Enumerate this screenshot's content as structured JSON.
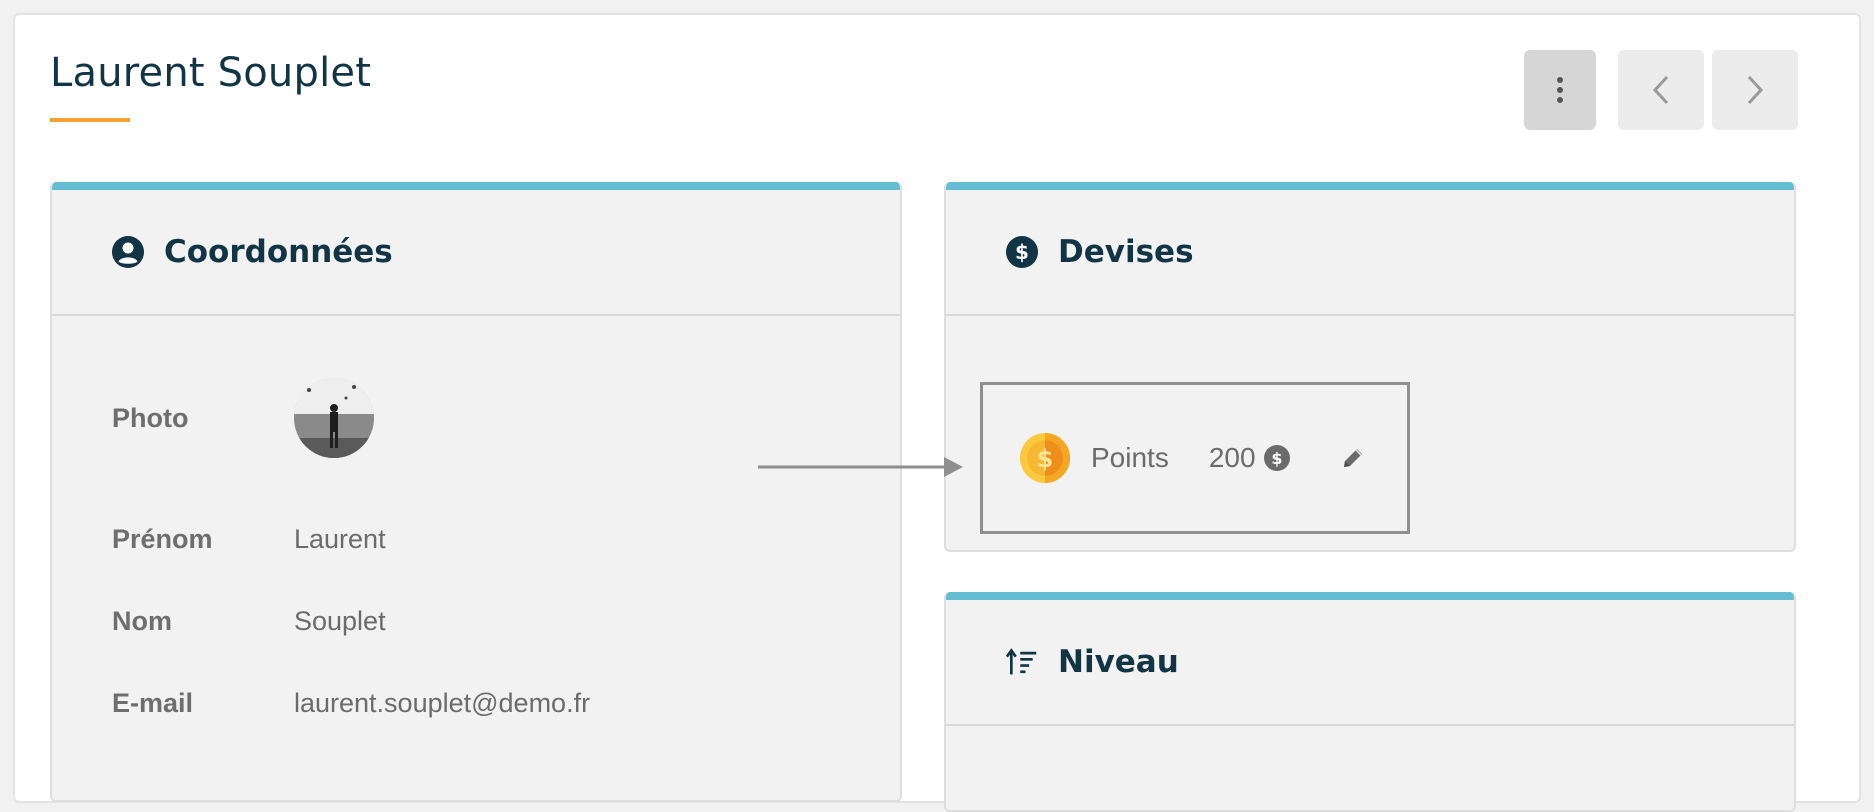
{
  "header": {
    "title": "Laurent Souplet",
    "buttons": {
      "more": "more-options",
      "prev": "previous",
      "next": "next"
    }
  },
  "colors": {
    "title": "#123546",
    "accent_underline": "#f6a032",
    "card_top_border": "#65bdd4",
    "card_bg": "#f2f2f2"
  },
  "coordonnees": {
    "title": "Coordonnées",
    "icon": "user-circle-icon",
    "fields": [
      {
        "label": "Photo",
        "value": ""
      },
      {
        "label": "Prénom",
        "value": "Laurent"
      },
      {
        "label": "Nom",
        "value": "Souplet"
      },
      {
        "label": "E-mail",
        "value": "laurent.souplet@demo.fr"
      }
    ]
  },
  "devises": {
    "title": "Devises",
    "icon": "dollar-circle-icon",
    "currency": {
      "label": "Points",
      "value": "200",
      "icon": "gold-coin-icon",
      "edit_icon": "pencil-icon"
    }
  },
  "niveau": {
    "title": "Niveau",
    "icon": "sort-ascending-icon"
  }
}
